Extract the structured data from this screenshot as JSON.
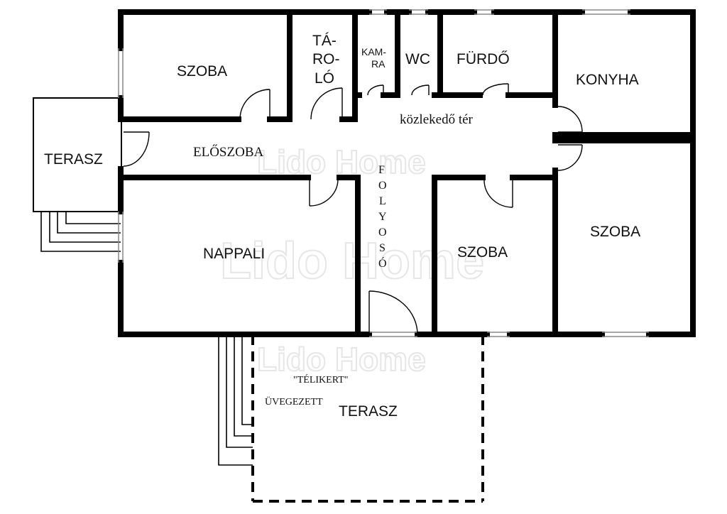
{
  "watermark": "Lido Home",
  "rooms": {
    "szoba_topleft": "SZOBA",
    "taroló_1": "TÁ-",
    "taroló_2": "RO-",
    "taroló_3": "LÓ",
    "kamra_1": "KAM-",
    "kamra_2": "RA",
    "wc": "WC",
    "furdo": "FÜRDŐ",
    "konyha": "KONYHA",
    "kozlekedo": "közlekedő tér",
    "eloszoba": "ELŐSZOBA",
    "terasz_left": "TERASZ",
    "folyoso": [
      "F",
      "O",
      "L",
      "Y",
      "O",
      "S",
      "Ó"
    ],
    "nappali": "NAPPALI",
    "szoba_mid": "SZOBA",
    "szoba_right": "SZOBA",
    "telikert": "\"TÉLIKERT\"",
    "uvegezett": "ÜVEGEZETT",
    "terasz_bottom": "TERASZ"
  },
  "colors": {
    "wall": "#000000",
    "window": "#9a9a9a",
    "background": "#ffffff"
  }
}
